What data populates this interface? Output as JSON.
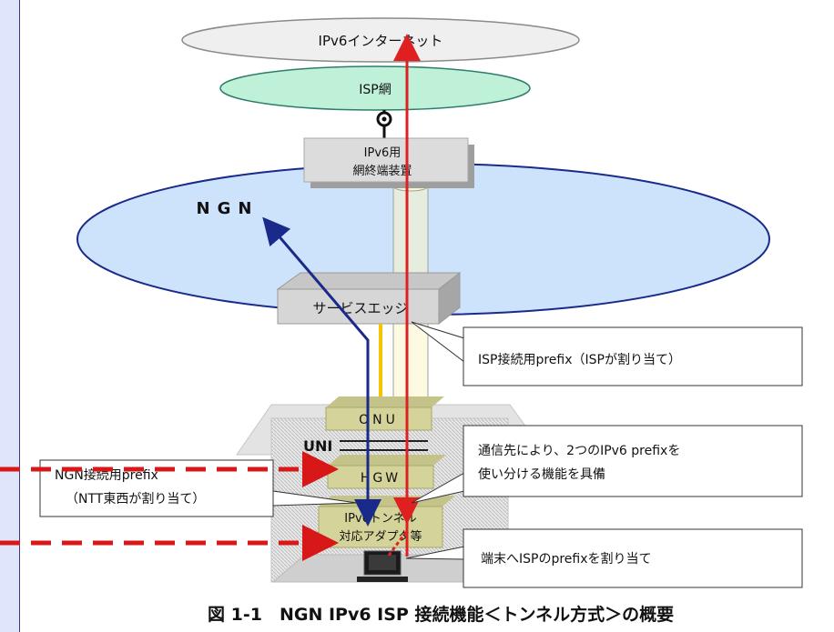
{
  "diagram": {
    "internet_label": "IPv6インターネット",
    "isp_label": "ISP網",
    "nte_label_line1": "IPv6用",
    "nte_label_line2": "網終端装置",
    "ngn_label": "NGN",
    "service_edge_label": "サービスエッジ",
    "onu_label": "ONU",
    "uni_label": "UNI",
    "hgw_label": "HGW",
    "adapter_line1": "IPv6トンネル",
    "adapter_line2": "対応アダプタ等"
  },
  "callouts": {
    "isp_prefix": "ISP接続用prefix（ISPが割り当て）",
    "ngn_prefix_line1": "NGN接続用prefix",
    "ngn_prefix_line2": "（NTT東西が割り当て）",
    "dual_prefix_line1": "通信先により、2つのIPv6 prefixを",
    "dual_prefix_line2": "使い分ける機能を具備",
    "terminal_prefix": "端末へISPのprefixを割り当て"
  },
  "caption": "図 1-1　NGN IPv6 ISP 接続機能＜トンネル方式＞の概要",
  "colors": {
    "isp_ellipse": "#bff0d8",
    "ngn_ellipse": "#cde2fb",
    "red_path": "#e02020",
    "blue_path": "#1a2a8a",
    "yellow_path": "#f5c400",
    "dashed_arrow": "#d81818"
  }
}
